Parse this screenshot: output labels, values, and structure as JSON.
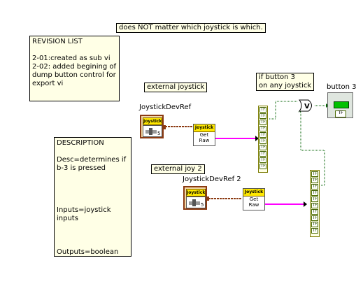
{
  "comment_top": "does NOT matter which joystick is which.",
  "revision": {
    "title": "REVISION LIST",
    "line1": "2-01:created as sub vi",
    "line2": "2-02: added begining of dump button control for export vi"
  },
  "description": {
    "title": "DESCRIPTION",
    "desc": "Desc=determines if b-3 is pressed",
    "inputs": "Inputs=joystick inputs",
    "outputs": "Outputs=boolean"
  },
  "labels": {
    "external_joystick": "external joystick",
    "external_joy2": "external joy 2",
    "if_button3_line1": "if button 3",
    "if_button3_line2": "on any joystick",
    "ref1": "JoystickDevRef",
    "ref2": "JoystickDevRef 2",
    "button3": "button 3"
  },
  "nodes": {
    "joystick_tag": "Joystick",
    "get_raw_tag": "Joystick",
    "get_raw_line1": "Get",
    "get_raw_line2": "Raw",
    "or_symbol": "V",
    "tf": "TF",
    "ref_index": "5"
  },
  "colors": {
    "wire_pink": "#ff00ff",
    "wire_brown": "#8b3a12",
    "wire_green_dotted": "#006000",
    "note_bg": "#ffffe6"
  }
}
